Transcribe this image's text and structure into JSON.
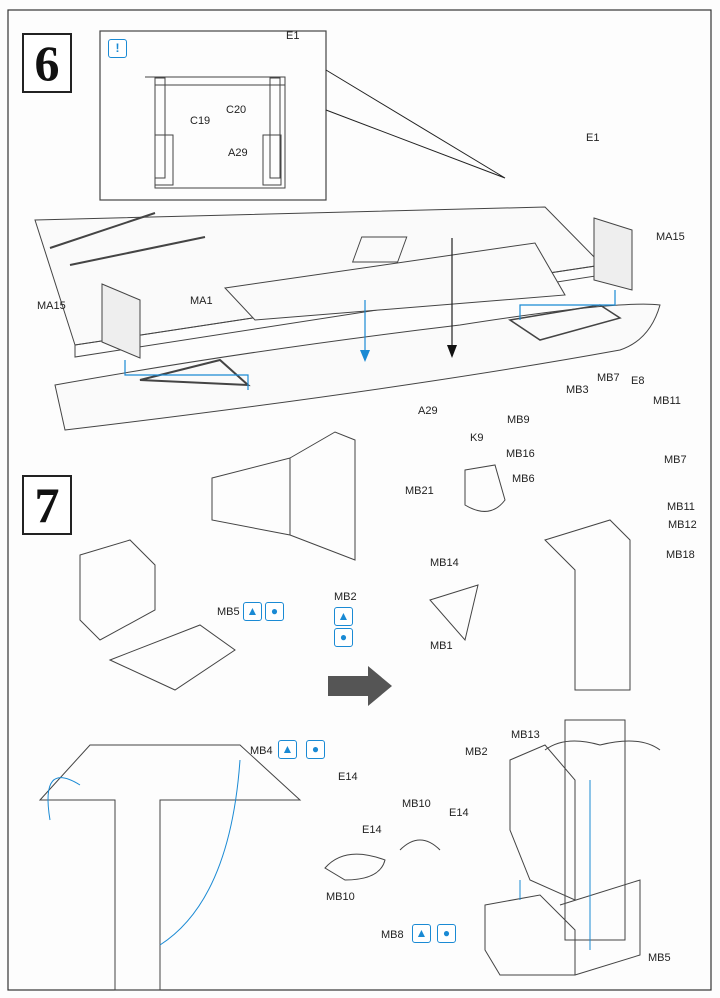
{
  "steps": [
    {
      "number": "6",
      "inset_labels": [
        "E1",
        "C19",
        "C20",
        "A29"
      ],
      "labels": {
        "deck": "E1",
        "sheet_right": "MA15",
        "sheet_left": "MA15",
        "deck_sheet": "MA1",
        "hull": "A29"
      }
    },
    {
      "number": "7",
      "labels": {
        "mb3": "MB3",
        "mb7_top": "MB7",
        "e8": "E8",
        "mb11_top": "MB11",
        "mb9": "MB9",
        "mb7_right": "MB7",
        "k9": "K9",
        "mb16": "MB16",
        "mb6": "MB6",
        "mb21": "MB21",
        "mb11_mid": "MB11",
        "mb12": "MB12",
        "mb14": "MB14",
        "mb18": "MB18",
        "mb1": "MB1",
        "mb5_left": "MB5",
        "mb2_left": "MB2",
        "mb4": "MB4",
        "e14_top": "E14",
        "mb10_top": "MB10",
        "e14_right": "E14",
        "e14_mid": "E14",
        "mb13": "MB13",
        "mb2_right": "MB2",
        "mb10_bottom": "MB10",
        "mb8": "MB8",
        "mb5_right": "MB5"
      }
    }
  ],
  "colors": {
    "accent": "#1a8ad4",
    "ink": "#222222"
  },
  "icons": [
    "caution-icon",
    "paint-icon",
    "glue-icon"
  ]
}
